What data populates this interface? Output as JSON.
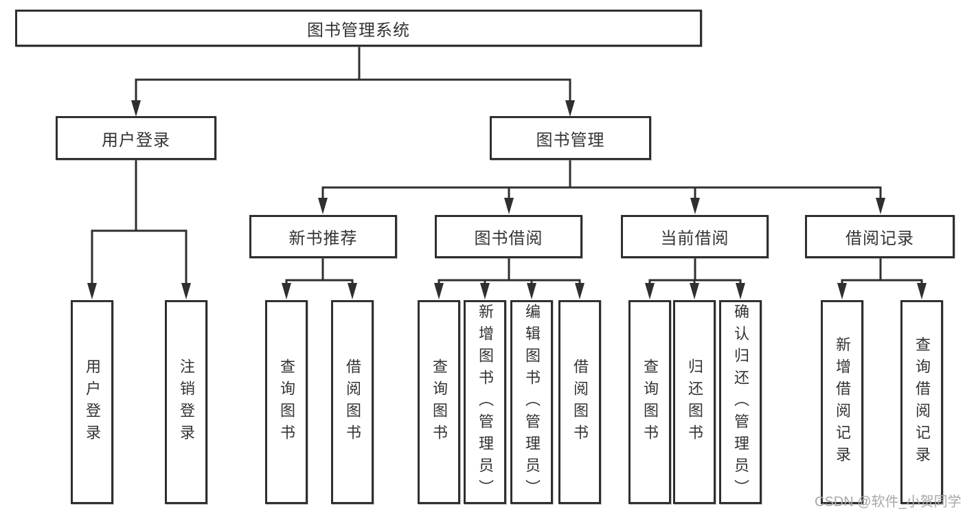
{
  "colors": {
    "line": "#2f2f2f",
    "border": "#2f2f2f",
    "text": "#333333",
    "watermark": "#a8a8a8",
    "background": "#ffffff"
  },
  "tree": {
    "label": "图书管理系统",
    "children": [
      {
        "label": "用户登录",
        "children": [
          {
            "label": "用户登录"
          },
          {
            "label": "注销登录"
          }
        ]
      },
      {
        "label": "图书管理",
        "children": [
          {
            "label": "新书推荐",
            "children": [
              {
                "label": "查询图书"
              },
              {
                "label": "借阅图书"
              }
            ]
          },
          {
            "label": "图书借阅",
            "children": [
              {
                "label": "查询图书"
              },
              {
                "label": "新增图书（管理员）"
              },
              {
                "label": "编辑图书（管理员）"
              },
              {
                "label": "借阅图书"
              }
            ]
          },
          {
            "label": "当前借阅",
            "children": [
              {
                "label": "查询图书"
              },
              {
                "label": "归还图书"
              },
              {
                "label": "确认归还（管理员）"
              }
            ]
          },
          {
            "label": "借阅记录",
            "children": [
              {
                "label": "新增借阅记录"
              },
              {
                "label": "查询借阅记录"
              }
            ]
          }
        ]
      }
    ]
  },
  "watermark": {
    "text": "CSDN @软件_小贺同学"
  }
}
